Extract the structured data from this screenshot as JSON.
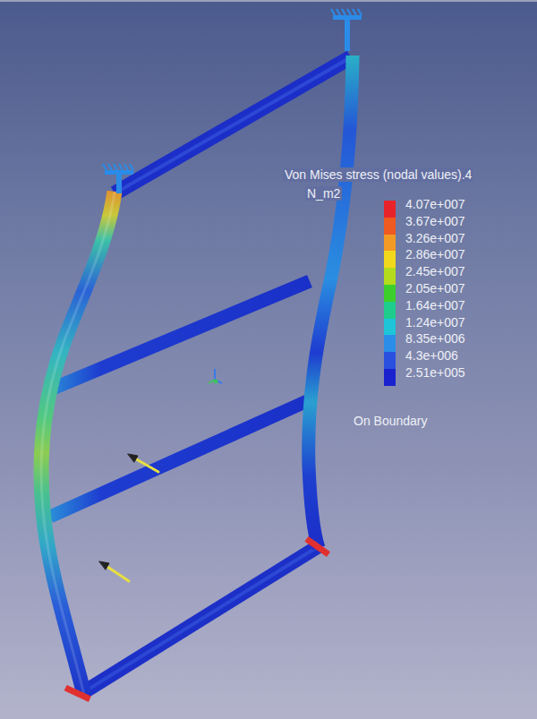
{
  "diagram": {
    "title": "Von Mises stress (nodal values).4",
    "labels": [
      "N_m2",
      "On Boundary"
    ],
    "legend": [
      {
        "text": "4.07e+007",
        "color": "#e8242a"
      },
      {
        "text": "3.67e+007",
        "color": "#ee5a20"
      },
      {
        "text": "3.26e+007",
        "color": "#f39a24"
      },
      {
        "text": "2.86e+007",
        "color": "#f2d81c"
      },
      {
        "text": "2.45e+007",
        "color": "#b4dc1c"
      },
      {
        "text": "2.05e+007",
        "color": "#3ccf2c"
      },
      {
        "text": "1.64e+007",
        "color": "#1ecc8c"
      },
      {
        "text": "1.24e+007",
        "color": "#1ec4d8"
      },
      {
        "text": "8.35e+006",
        "color": "#2a8ee8"
      },
      {
        "text": "4.3e+006",
        "color": "#2a50e0"
      },
      {
        "text": "2.51e+005",
        "color": "#1a22d0"
      }
    ]
  }
}
